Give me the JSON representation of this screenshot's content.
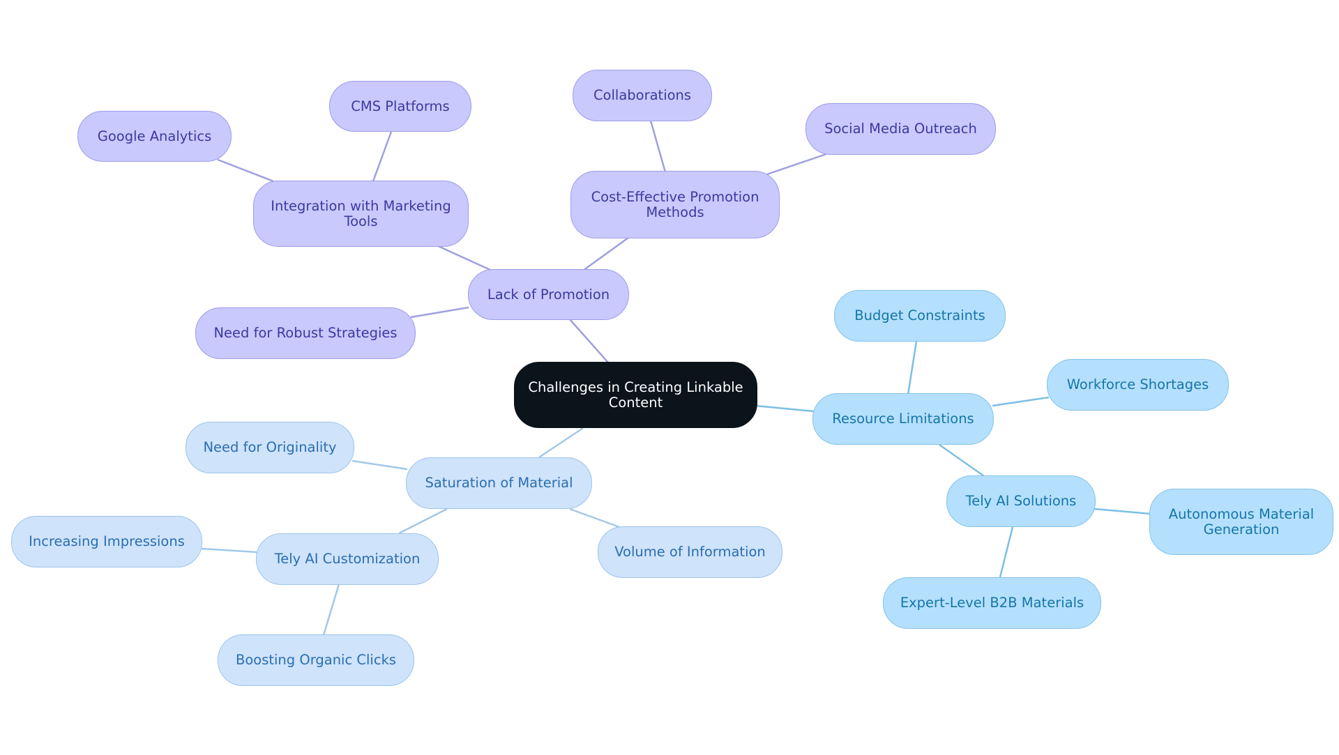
{
  "colors": {
    "root_fill": "#0b131b",
    "purple_fill": "#c9c9fe",
    "purple_edge": "#9f9fe0",
    "blue_fill": "#b4e0fd",
    "blue_edge": "#7cbfe4",
    "light_fill": "#cfe3fb",
    "light_edge": "#a2c8ea"
  },
  "root": {
    "label": "Challenges in Creating Linkable Content"
  },
  "branches": [
    {
      "label": "Lack of Promotion",
      "children": [
        {
          "label": "Integration with Marketing Tools",
          "children": [
            {
              "label": "Google Analytics"
            },
            {
              "label": "CMS Platforms"
            }
          ]
        },
        {
          "label": "Cost-Effective Promotion Methods",
          "children": [
            {
              "label": "Collaborations"
            },
            {
              "label": "Social Media Outreach"
            }
          ]
        },
        {
          "label": "Need for Robust Strategies"
        }
      ]
    },
    {
      "label": "Resource Limitations",
      "children": [
        {
          "label": "Budget Constraints"
        },
        {
          "label": "Workforce Shortages"
        },
        {
          "label": "Tely AI Solutions",
          "children": [
            {
              "label": "Autonomous Material Generation"
            },
            {
              "label": "Expert-Level B2B Materials"
            }
          ]
        }
      ]
    },
    {
      "label": "Saturation of Material",
      "children": [
        {
          "label": "Need for Originality"
        },
        {
          "label": "Tely AI Customization",
          "children": [
            {
              "label": "Increasing Impressions"
            },
            {
              "label": "Boosting Organic Clicks"
            }
          ]
        },
        {
          "label": "Volume of Information"
        }
      ]
    }
  ]
}
